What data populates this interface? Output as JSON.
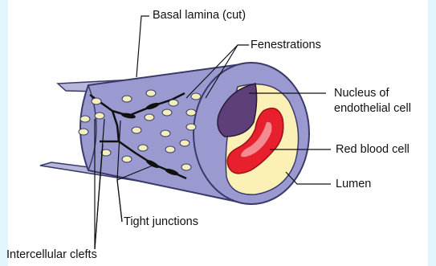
{
  "labels": {
    "basal_lamina": "Basal lamina (cut)",
    "fenestrations": "Fenestrations",
    "nucleus_line1": "Nucleus of",
    "nucleus_line2": "endothelial cell",
    "red_blood_cell": "Red blood cell",
    "lumen": "Lumen",
    "tight_junctions": "Tight junctions",
    "intercellular_clefts": "Intercellular clefts"
  },
  "colors": {
    "tube": "#9a9ad0",
    "tube_outline": "#3a3a6a",
    "basal_lamina": "#b7b7dc",
    "nucleus": "#5e3f7a",
    "lumen": "#fbf1b6",
    "red_blood_cell": "#e8202e",
    "red_blood_cell_center": "#f48b90",
    "fenestration": "#f3efb8",
    "background_edge": "#e3f6fb"
  }
}
